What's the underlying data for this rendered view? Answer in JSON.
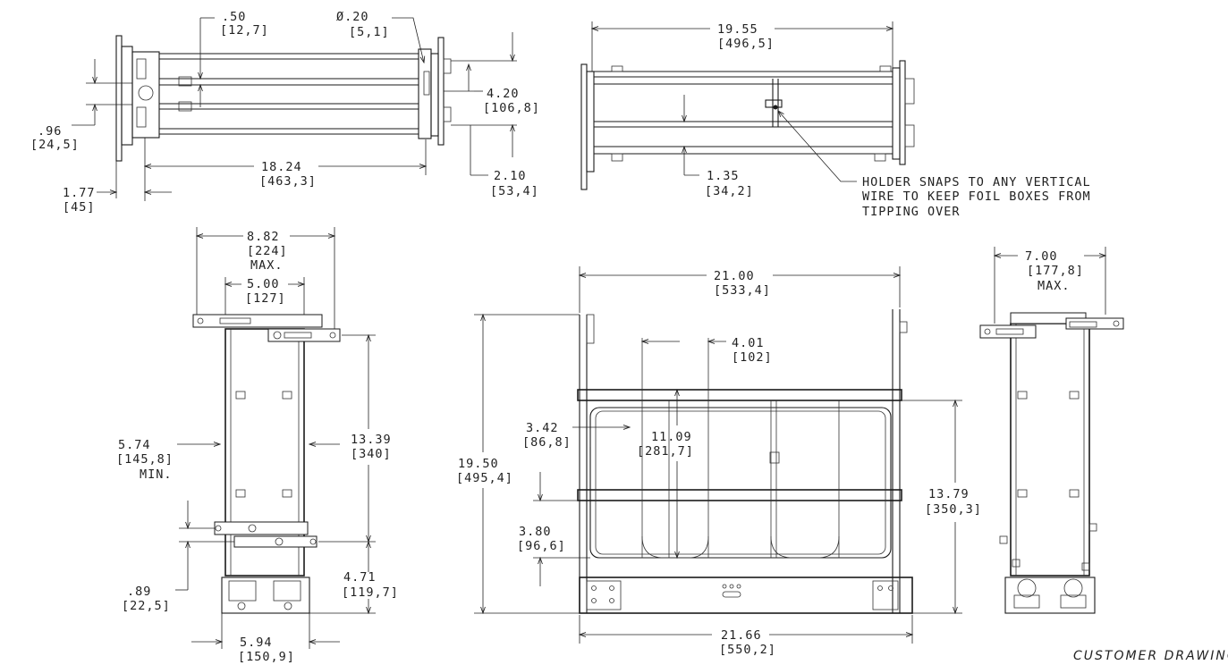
{
  "top_left_view": {
    "dim_050": ".50",
    "dim_050_mm": "[12,7]",
    "dim_020": "Ø.20",
    "dim_020_mm": "[5,1]",
    "dim_420": "4.20",
    "dim_420_mm": "[106,8]",
    "dim_096": ".96",
    "dim_096_mm": "[24,5]",
    "dim_1824": "18.24",
    "dim_1824_mm": "[463,3]",
    "dim_210": "2.10",
    "dim_210_mm": "[53,4]",
    "dim_177": "1.77",
    "dim_177_mm": "[45]"
  },
  "top_right_view": {
    "dim_1955": "19.55",
    "dim_1955_mm": "[496,5]",
    "dim_135": "1.35",
    "dim_135_mm": "[34,2]",
    "note_line1": "HOLDER SNAPS TO ANY VERTICAL",
    "note_line2": "WIRE TO KEEP FOIL BOXES FROM",
    "note_line3": "TIPPING OVER"
  },
  "side_view": {
    "dim_882": "8.82",
    "dim_882_mm": "[224]",
    "dim_882_note": "MAX.",
    "dim_500": "5.00",
    "dim_500_mm": "[127]",
    "dim_574": "5.74",
    "dim_574_mm": "[145,8]",
    "dim_574_note": "MIN.",
    "dim_1339": "13.39",
    "dim_1339_mm": "[340]",
    "dim_089": ".89",
    "dim_089_mm": "[22,5]",
    "dim_471": "4.71",
    "dim_471_mm": "[119,7]",
    "dim_594": "5.94",
    "dim_594_mm": "[150,9]"
  },
  "front_view": {
    "dim_2100": "21.00",
    "dim_2100_mm": "[533,4]",
    "dim_401": "4.01",
    "dim_401_mm": "[102]",
    "dim_342": "3.42",
    "dim_342_mm": "[86,8]",
    "dim_1109": "11.09",
    "dim_1109_mm": "[281,7]",
    "dim_1950": "19.50",
    "dim_1950_mm": "[495,4]",
    "dim_380": "3.80",
    "dim_380_mm": "[96,6]",
    "dim_1379": "13.79",
    "dim_1379_mm": "[350,3]",
    "dim_2166": "21.66",
    "dim_2166_mm": "[550,2]"
  },
  "right_side_view": {
    "dim_700": "7.00",
    "dim_700_mm": "[177,8]",
    "dim_700_note": "MAX."
  },
  "title_block": {
    "caption": "CUSTOMER DRAWING"
  }
}
